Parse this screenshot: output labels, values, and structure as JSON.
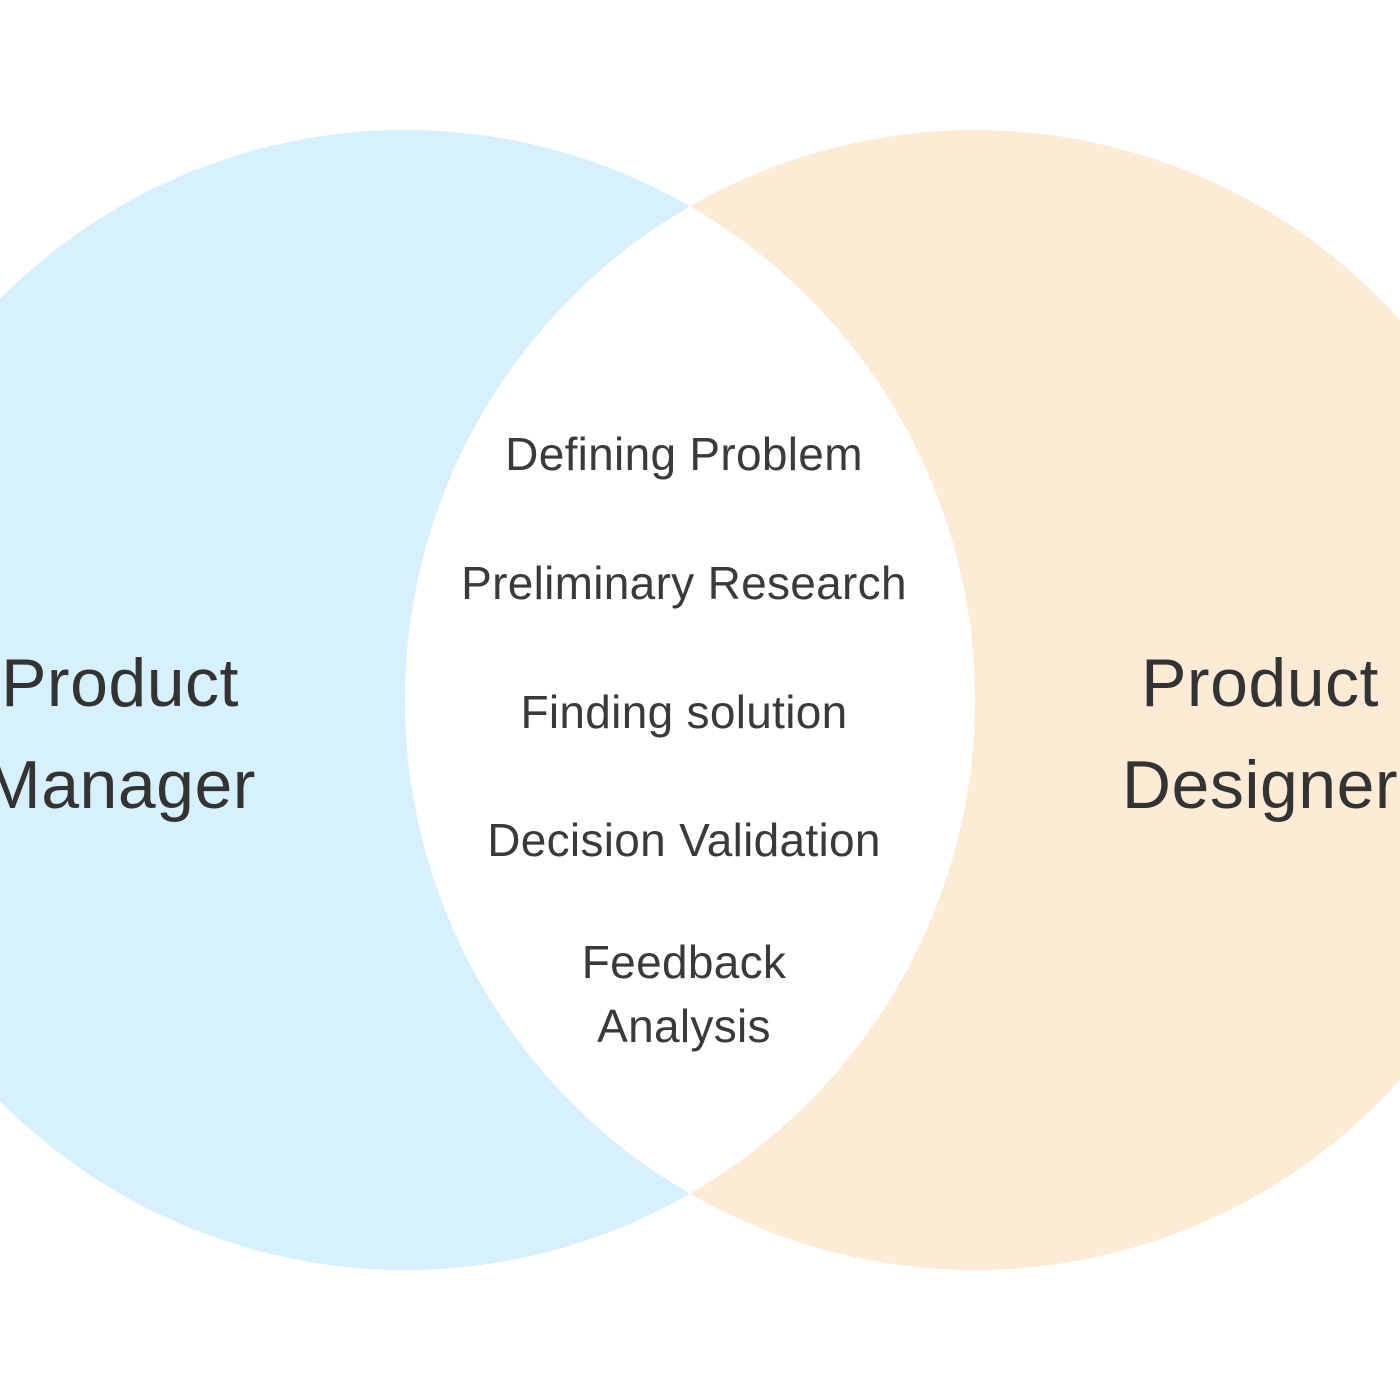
{
  "colors": {
    "left_circle": "#d6f0fd",
    "right_circle": "#feebd6",
    "overlap": "#ffffff",
    "text": "#333333"
  },
  "sets": {
    "left": {
      "line1": "Product",
      "line2": "Manager"
    },
    "right": {
      "line1": "Product",
      "line2": "Designer"
    }
  },
  "overlap_items": [
    {
      "line1": "Defining Problem",
      "line2": ""
    },
    {
      "line1": "Preliminary Research",
      "line2": ""
    },
    {
      "line1": "Finding solution",
      "line2": ""
    },
    {
      "line1": "Decision Validation",
      "line2": ""
    },
    {
      "line1": "Feedback",
      "line2": "Analysis"
    }
  ]
}
